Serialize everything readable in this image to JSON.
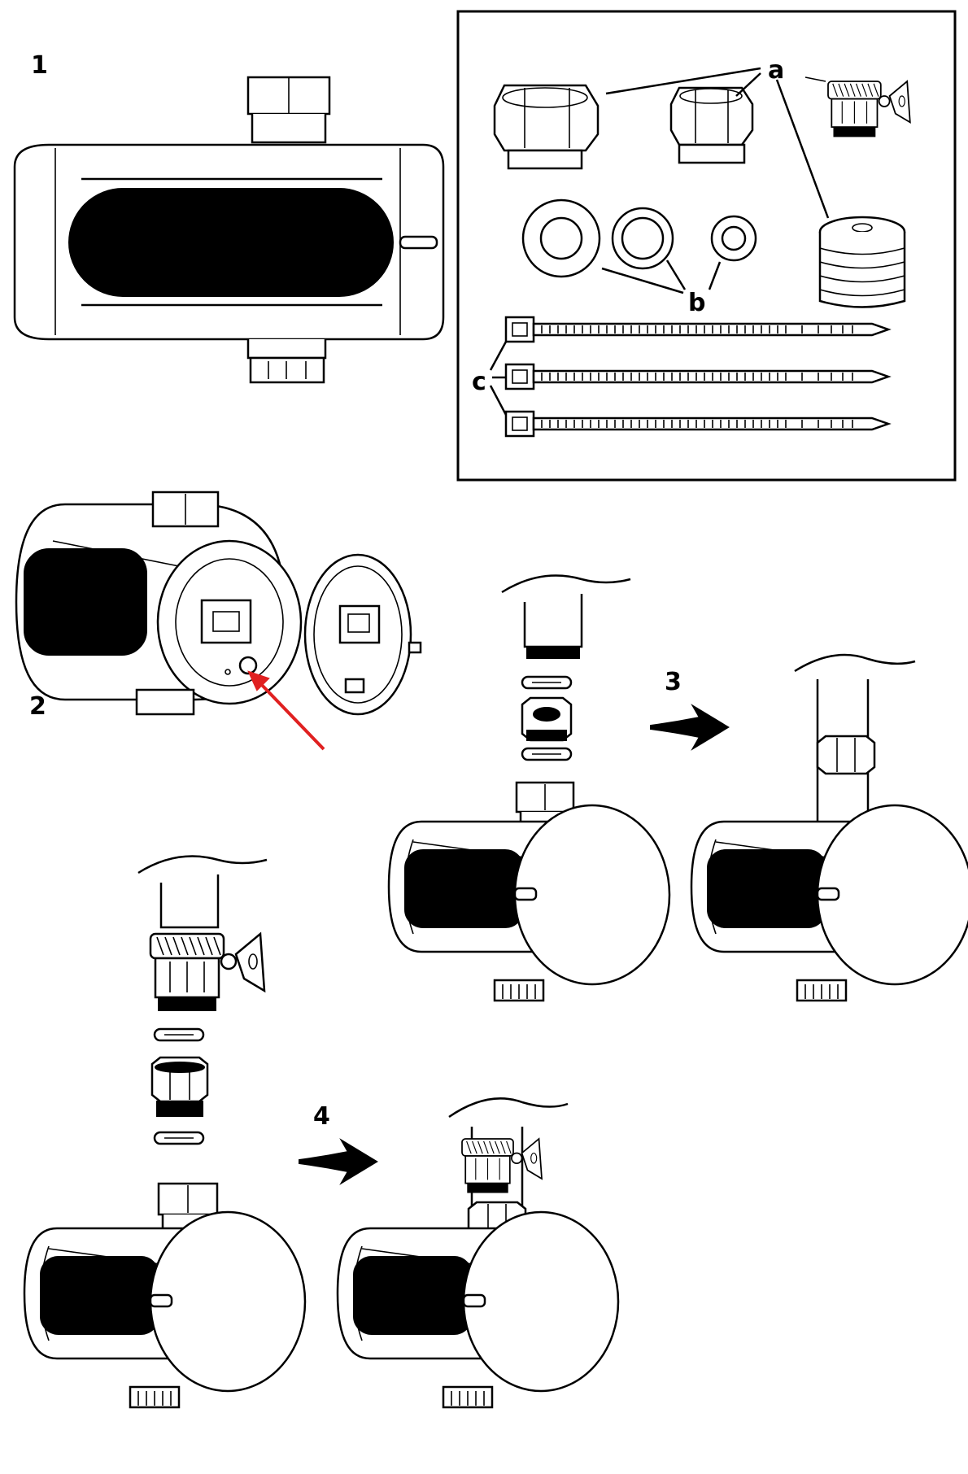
{
  "steps": {
    "step1": "1",
    "step2": "2",
    "step3": "3",
    "step4": "4"
  },
  "parts": {
    "a": "a",
    "b": "b",
    "c": "c"
  },
  "colors": {
    "ink": "#000000",
    "paper": "#ffffff",
    "pointer_arrow": "#e02020"
  }
}
